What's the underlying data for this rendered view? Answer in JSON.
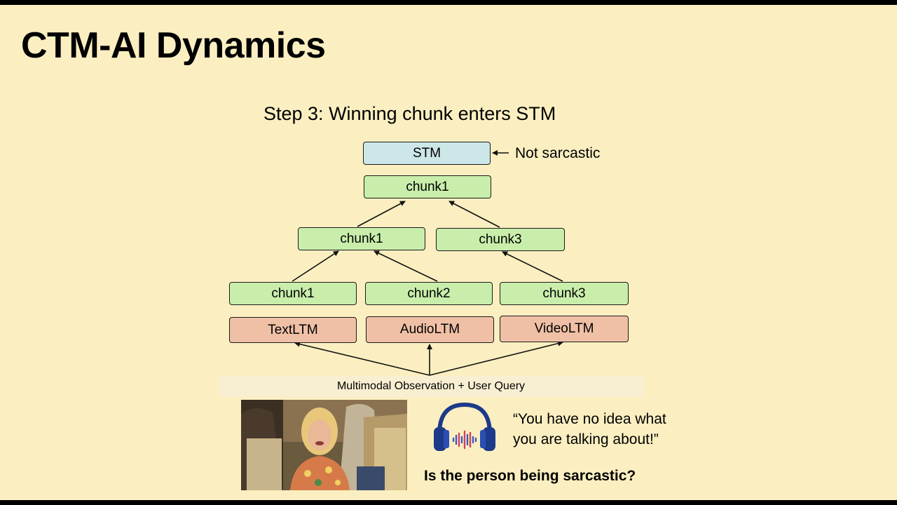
{
  "slide": {
    "title": "CTM-AI Dynamics",
    "step_heading": "Step 3: Winning chunk enters STM"
  },
  "diagram": {
    "stm_label": "STM",
    "stm_annotation": "Not sarcastic",
    "top_chunk": "chunk1",
    "mid_chunks": [
      "chunk1",
      "chunk3"
    ],
    "bottom_chunks": [
      "chunk1",
      "chunk2",
      "chunk3"
    ],
    "ltm_modules": [
      "TextLTM",
      "AudioLTM",
      "VideoLTM"
    ],
    "input_label": "Multimodal Observation + User Query"
  },
  "example": {
    "quote_line1": "“You have no idea what",
    "quote_line2": "you are talking about!”",
    "question": "Is the person being sarcastic?",
    "photo_icon": "video-frame-image",
    "audio_icon": "headphones-icon"
  },
  "colors": {
    "background": "#fbefc1",
    "chunk_fill": "#c9eeab",
    "stm_fill": "#cde7e8",
    "ltm_fill": "#f0c0a6"
  }
}
